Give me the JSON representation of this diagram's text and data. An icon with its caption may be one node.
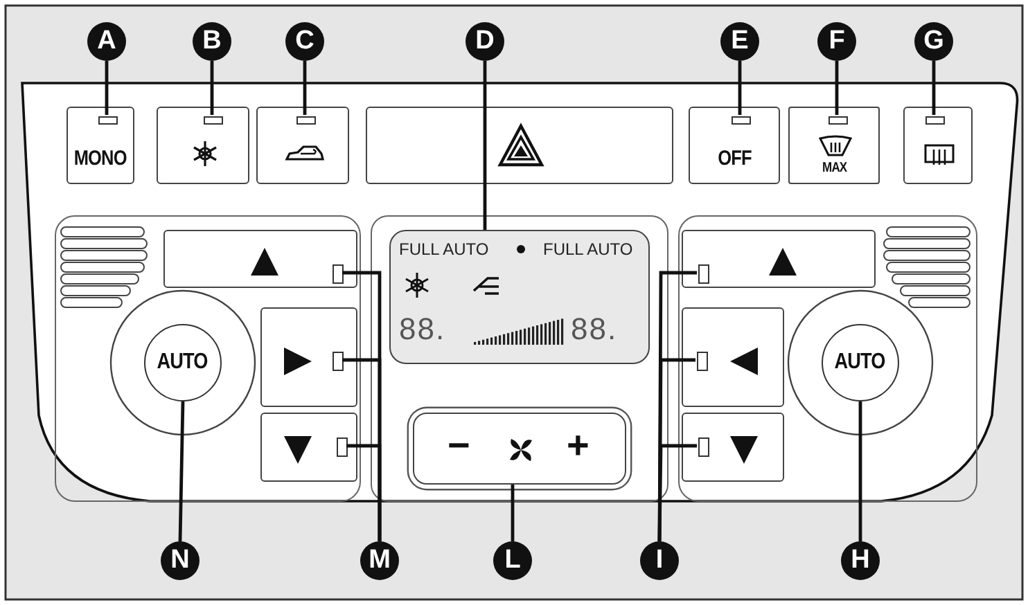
{
  "diagram": {
    "nodes": [
      {
        "text": [
          "A"
        ]
      },
      {
        "text": [
          "B"
        ]
      },
      {
        "text": [
          "C"
        ]
      },
      {
        "text": [
          "D"
        ]
      },
      {
        "text": [
          "E"
        ]
      },
      {
        "text": [
          "F"
        ]
      },
      {
        "text": [
          "G"
        ]
      },
      {
        "text": [
          "MONO"
        ]
      },
      {
        "text": [],
        "shape": "bar",
        "in": 7
      },
      {
        "text": [],
        "shape": "box"
      },
      {
        "text": [],
        "shape": "bar",
        "in": 9
      },
      {
        "text": [],
        "shape": "box"
      },
      {
        "text": [],
        "shape": "bar",
        "in": 11
      },
      {
        "text": [],
        "shape": "box"
      },
      {
        "text": [
          "FULL AUTO",
          "FULL AUTO",
          "88.",
          "88."
        ]
      },
      {
        "text": [
          "OFF"
        ]
      },
      {
        "text": [],
        "shape": "bar",
        "in": 15
      },
      {
        "text": [
          "MAX"
        ]
      },
      {
        "text": [],
        "shape": "bar",
        "in": 17
      },
      {
        "text": [],
        "shape": "box"
      },
      {
        "text": [],
        "shape": "bar",
        "in": 19
      },
      {
        "text": [],
        "shape": "box"
      },
      {
        "text": [],
        "shape": "bar",
        "in": 21
      },
      {
        "text": [],
        "shape": "box"
      },
      {
        "text": [],
        "shape": "bar",
        "in": 23
      },
      {
        "text": [],
        "shape": "box"
      },
      {
        "text": [],
        "shape": "bar",
        "in": 25
      },
      {
        "text": [
          "AUTO"
        ]
      },
      {
        "text": [
          "−",
          "+"
        ]
      },
      {
        "text": [],
        "shape": "box"
      },
      {
        "text": [],
        "shape": "bar",
        "in": 29
      },
      {
        "text": [],
        "shape": "box"
      },
      {
        "text": [],
        "shape": "bar",
        "in": 31
      },
      {
        "text": [],
        "shape": "box"
      },
      {
        "text": [],
        "shape": "bar",
        "in": 33
      },
      {
        "text": [
          "AUTO"
        ]
      },
      {
        "text": [
          "N"
        ]
      },
      {
        "text": [
          "M"
        ]
      },
      {
        "text": [
          "L"
        ]
      },
      {
        "text": [
          "I"
        ]
      },
      {
        "text": [
          "H"
        ]
      }
    ],
    "edges": [
      {
        "from": 0,
        "to": 8,
        "arrow": "none"
      },
      {
        "from": 1,
        "to": 10,
        "arrow": "none"
      },
      {
        "from": 2,
        "to": 12,
        "arrow": "none"
      },
      {
        "from": 3,
        "to": 14,
        "arrow": "none"
      },
      {
        "from": 4,
        "to": 16,
        "arrow": "none"
      },
      {
        "from": 5,
        "to": 18,
        "arrow": "none"
      },
      {
        "from": 6,
        "to": 20,
        "arrow": "none"
      },
      {
        "from": 36,
        "to": 27,
        "arrow": "none"
      },
      {
        "from": 37,
        "to": 22,
        "arrow": "none"
      },
      {
        "from": 37,
        "to": 24,
        "arrow": "none"
      },
      {
        "from": 37,
        "to": 26,
        "arrow": "none"
      },
      {
        "from": 38,
        "to": 28,
        "arrow": "none"
      },
      {
        "from": 39,
        "to": 30,
        "arrow": "none"
      },
      {
        "from": 39,
        "to": 32,
        "arrow": "none"
      },
      {
        "from": 39,
        "to": 34,
        "arrow": "none"
      },
      {
        "from": 40,
        "to": 35,
        "arrow": "none"
      }
    ]
  }
}
